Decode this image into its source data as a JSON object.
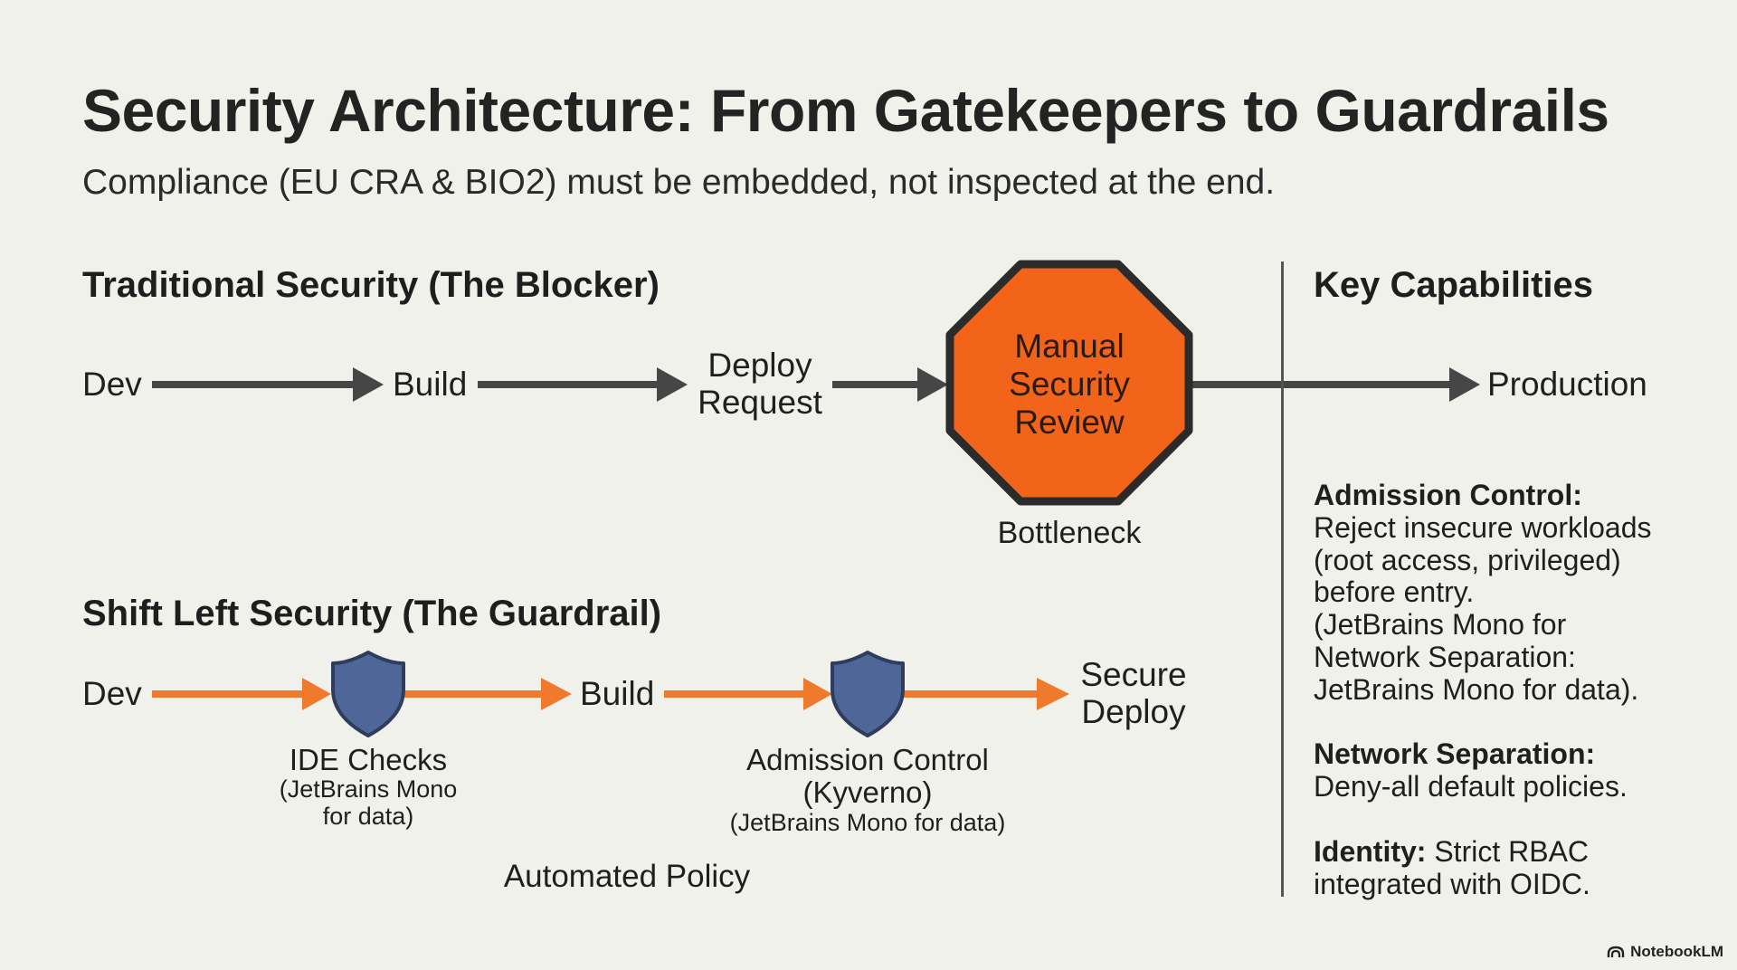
{
  "header": {
    "title": "Security Architecture: From Gatekeepers to Guardrails",
    "subtitle": "Compliance (EU CRA & BIO2) must be embedded, not inspected at the end."
  },
  "traditional": {
    "heading": "Traditional Security (The Blocker)",
    "steps": {
      "dev": "Dev",
      "build": "Build",
      "deploy_line1": "Deploy",
      "deploy_line2": "Request",
      "review_line1": "Manual",
      "review_line2": "Security",
      "review_line3": "Review",
      "production": "Production"
    },
    "bottleneck_label": "Bottleneck",
    "colors": {
      "arrow": "#464646",
      "stop_fill": "#f26419",
      "stop_border": "#2b2b2b"
    }
  },
  "shift_left": {
    "heading": "Shift Left Security (The Guardrail)",
    "steps": {
      "dev": "Dev",
      "build": "Build",
      "secure_line1": "Secure",
      "secure_line2": "Deploy"
    },
    "checks": [
      {
        "icon": "shield-icon",
        "line1": "IDE Checks",
        "line2": "(JetBrains Mono",
        "line3": "for data)"
      },
      {
        "icon": "shield-icon",
        "line1": "Admission Control",
        "line2": "(Kyverno)",
        "line3": "(JetBrains Mono for data)"
      }
    ],
    "automated_label": "Automated Policy",
    "colors": {
      "arrow": "#ef7a2e",
      "shield_fill": "#4f6699",
      "shield_border": "#2f3c5c"
    }
  },
  "capabilities": {
    "heading": "Key Capabilities",
    "items": [
      {
        "label": "Admission Control:",
        "lines": [
          "Reject insecure workloads",
          "(root access, privileged)",
          "before entry.",
          "(JetBrains Mono for",
          "Network Separation:",
          "JetBrains Mono for data)."
        ]
      },
      {
        "label": "Network Separation:",
        "lines": [
          "Deny-all default policies."
        ]
      },
      {
        "label": "Identity:",
        "inline": " Strict RBAC",
        "lines": [
          "integrated with OIDC."
        ]
      }
    ]
  },
  "footer": {
    "brand": "NotebookLM",
    "icon": "notebooklm-logo-icon"
  }
}
